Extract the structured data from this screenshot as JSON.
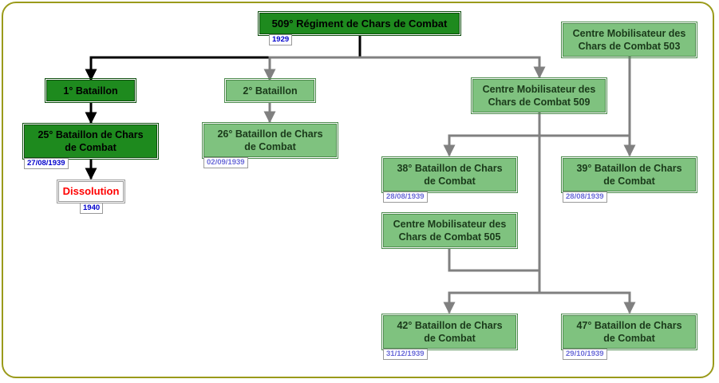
{
  "nodes": {
    "regiment": {
      "label": "509° Régiment de Chars de Combat",
      "date": "1929"
    },
    "bat1": {
      "label": "1° Bataillon"
    },
    "bat2": {
      "label": "2° Bataillon"
    },
    "cm509": {
      "label": "Centre Mobilisateur des Chars de Combat 509"
    },
    "cm503": {
      "label": "Centre Mobilisateur des Chars de Combat 503"
    },
    "bcc25": {
      "label": "25° Bataillon de Chars de Combat",
      "date": "27/08/1939"
    },
    "dissolution": {
      "label": "Dissolution",
      "date": "1940"
    },
    "bcc26": {
      "label": "26° Bataillon de Chars de Combat",
      "date": "02/09/1939"
    },
    "bcc38": {
      "label": "38° Bataillon de Chars de Combat",
      "date": "28/08/1939"
    },
    "bcc39": {
      "label": "39° Bataillon de Chars de Combat",
      "date": "28/08/1939"
    },
    "cm505": {
      "label": "Centre Mobilisateur des Chars de Combat 505"
    },
    "bcc42": {
      "label": "42° Bataillon de Chars de Combat",
      "date": "31/12/1939"
    },
    "bcc47": {
      "label": "47° Bataillon de Chars de Combat",
      "date": "29/10/1939"
    }
  },
  "colors": {
    "active_fill": "#1e8a1e",
    "inactive_fill": "#7fc27f",
    "active_link": "#000000",
    "inactive_link": "#808080",
    "dissolution_text": "#ff0000",
    "frame_border": "#9a9a1a"
  }
}
